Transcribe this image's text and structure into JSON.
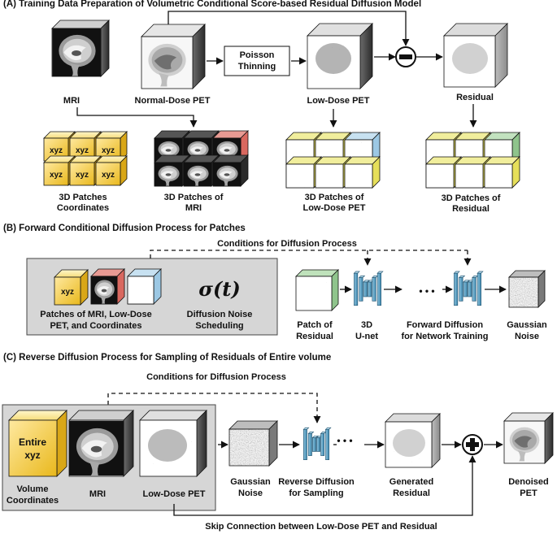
{
  "sections": {
    "a": {
      "title": "(A) Training Data Preparation of Volumetric Conditional Score-based Residual Diffusion Model",
      "mri": "MRI",
      "normal_dose_pet": "Normal-Dose PET",
      "poisson_line1": "Poisson",
      "poisson_line2": "Thinning",
      "low_dose_pet": "Low-Dose PET",
      "residual": "Residual",
      "patch_coords_line1": "3D Patches",
      "patch_coords_line2": "Coordinates",
      "patch_mri_line1": "3D Patches of",
      "patch_mri_line2": "MRI",
      "patch_ldpet_line1": "3D Patches of",
      "patch_ldpet_line2": "Low-Dose PET",
      "patch_res_line1": "3D Patches of",
      "patch_res_line2": "Residual",
      "xyz": "xyz"
    },
    "b": {
      "title": "(B) Forward Conditional Diffusion Process for Patches",
      "conditions": "Conditions for Diffusion Process",
      "patches_line1": "Patches of MRI, Low-Dose",
      "patches_line2": "PET, and Coordinates",
      "sigma": "σ(t)",
      "noise_sched_line1": "Diffusion Noise",
      "noise_sched_line2": "Scheduling",
      "patch_res_line1": "Patch of",
      "patch_res_line2": "Residual",
      "unet_line1": "3D",
      "unet_line2": "U-net",
      "forward_line1": "Forward Diffusion",
      "forward_line2": "for Network Training",
      "gauss_line1": "Gaussian",
      "gauss_line2": "Noise",
      "dots": "• • •",
      "xyz": "xyz"
    },
    "c": {
      "title": "(C) Reverse Diffusion Process for Sampling of Residuals of Entire volume",
      "conditions": "Conditions for Diffusion Process",
      "entire_line1": "Entire",
      "entire_line2": "xyz",
      "vol_coords_line1": "Volume",
      "vol_coords_line2": "Coordinates",
      "mri": "MRI",
      "low_dose_pet": "Low-Dose PET",
      "gauss_line1": "Gaussian",
      "gauss_line2": "Noise",
      "reverse_line1": "Reverse Diffusion",
      "reverse_line2": "for Sampling",
      "generated_line1": "Generated",
      "generated_line2": "Residual",
      "denoised_line1": "Denoised",
      "denoised_line2": "PET",
      "skip": "Skip Connection between Low-Dose PET and Residual",
      "dots": "• • •"
    }
  },
  "colors": {
    "coord_yellow": "#f2cf3a",
    "mri_red": "#d9685f",
    "pet_blue": "#9cc8e4",
    "residual_green": "#8fc48c",
    "unet_blue": "#5aa5c8",
    "panel_gray": "#d6d6d6"
  }
}
